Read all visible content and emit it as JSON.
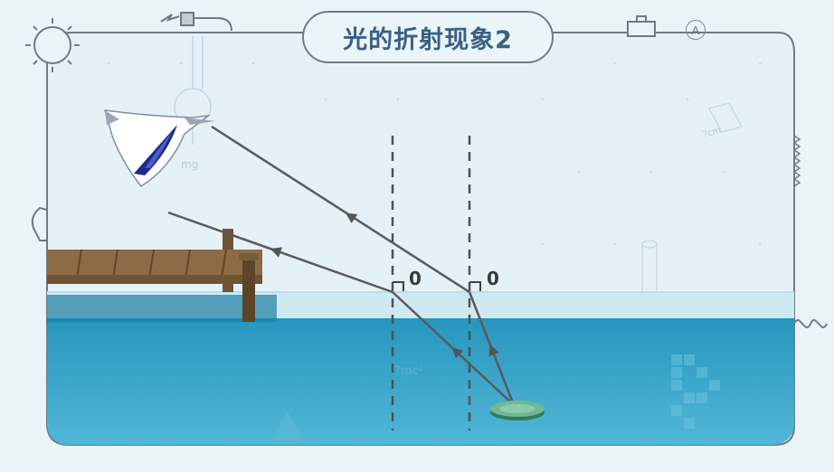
{
  "title": "光的折射现象2",
  "corner_letter": "A",
  "angles": {
    "left": "0",
    "right": "0"
  },
  "decor_text": {
    "weight": "mg",
    "length_top": "?cm",
    "length_water": "?mc²"
  },
  "colors": {
    "sky": "#e4f2f8",
    "water_surface": "#cfe9f3",
    "water": "#2a9bc2",
    "water_deep": "#3aaad0",
    "ray": "#5a5a5a",
    "normal_line": "#505050",
    "dock": "#8a6a45",
    "frame": "#707a84"
  },
  "icons": [
    "bird-icon",
    "coin-icon",
    "dock-icon",
    "spring-icon",
    "gear-icon"
  ]
}
